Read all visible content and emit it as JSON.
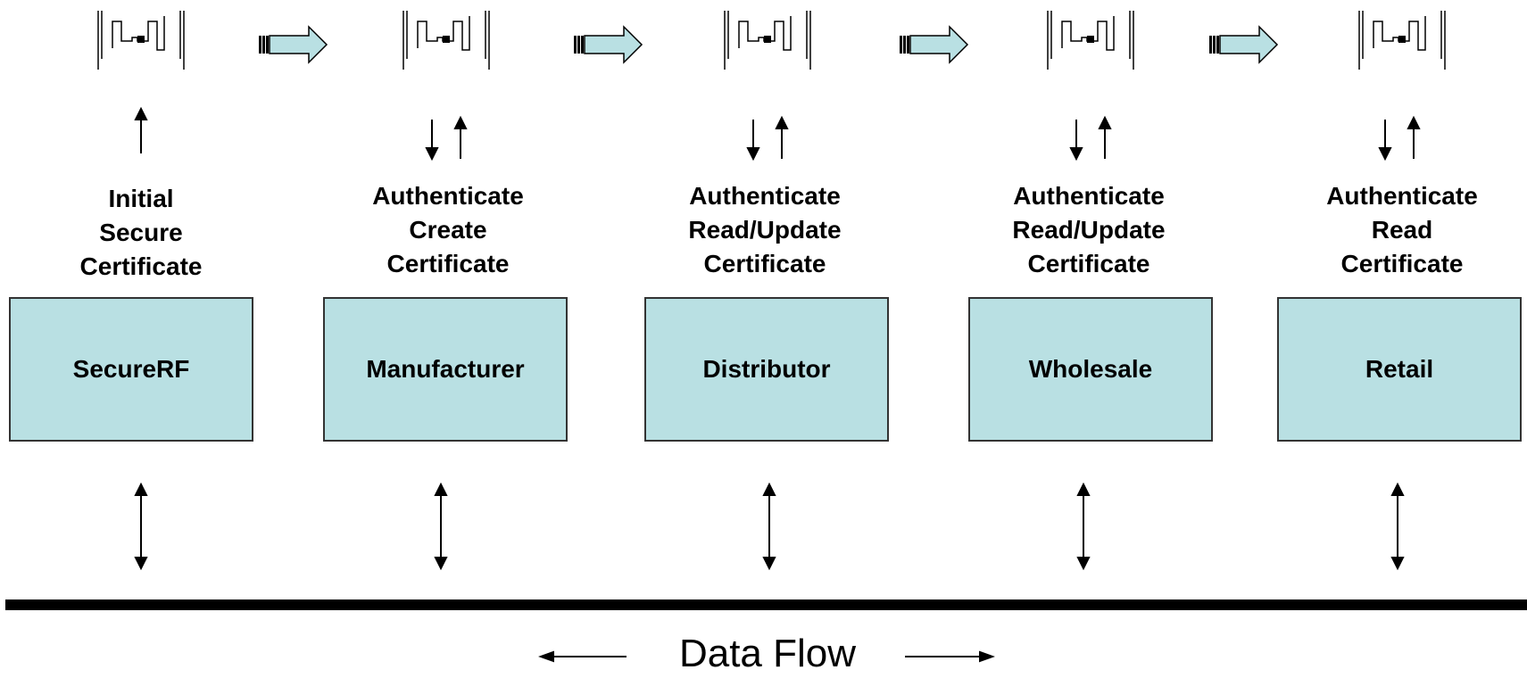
{
  "stages": [
    {
      "name": "SecureRF",
      "action": [
        "Initial",
        "Secure",
        "Certificate"
      ]
    },
    {
      "name": "Manufacturer",
      "action": [
        "Authenticate",
        "Create",
        "Certificate"
      ]
    },
    {
      "name": "Distributor",
      "action": [
        "Authenticate",
        "Read/Update",
        "Certificate"
      ]
    },
    {
      "name": "Wholesale",
      "action": [
        "Authenticate",
        "Read/Update",
        "Certificate"
      ]
    },
    {
      "name": "Retail",
      "action": [
        "Authenticate",
        "Read",
        "Certificate"
      ]
    }
  ],
  "flow_label": "Data Flow",
  "colors": {
    "box_fill": "#b9e0e3",
    "arrow_fill": "#b9e0e3",
    "line": "#000000"
  },
  "icons": {
    "tag": "rfid-tag-icon",
    "transfer": "transfer-arrow-icon"
  }
}
